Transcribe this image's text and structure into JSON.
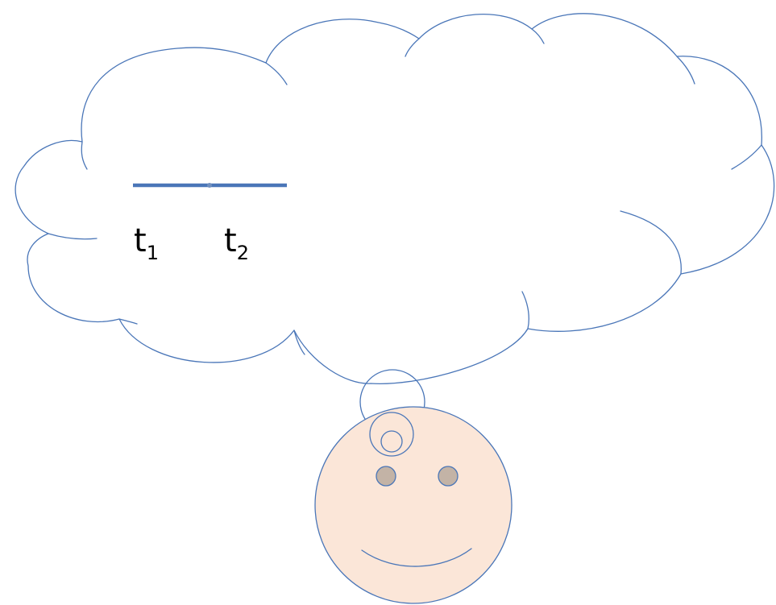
{
  "colors": {
    "outline": "#4a76b8",
    "timeline": "#4a76b8",
    "face_fill": "#fbe6d8",
    "eye_fill": "#c3b3a6",
    "background": "#ffffff"
  },
  "timeline": {
    "points": [
      {
        "base": "t",
        "sub": "1"
      },
      {
        "base": "t",
        "sub": "2"
      }
    ]
  },
  "icons": [
    "thought-cloud-icon",
    "thought-bubble-icon",
    "smiley-face-icon"
  ]
}
